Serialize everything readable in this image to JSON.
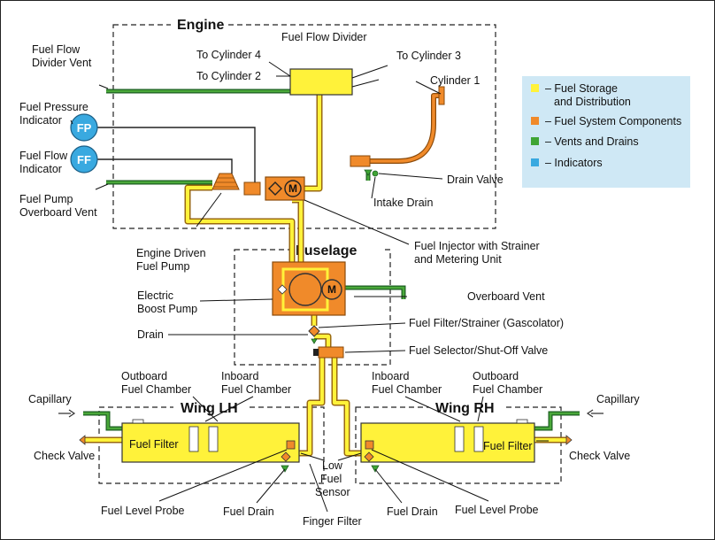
{
  "sections": {
    "engine": "Engine",
    "fuselage": "Fuselage",
    "wing_lh": "Wing LH",
    "wing_rh": "Wing RH"
  },
  "indicators": {
    "fp": "FP",
    "ff": "FF"
  },
  "motor_symbol": "M",
  "labels": {
    "fuel_flow_divider_vent": [
      "Fuel Flow",
      "Divider Vent"
    ],
    "fuel_pressure_indicator": [
      "Fuel Pressure",
      "Indicator"
    ],
    "fuel_flow_indicator": [
      "Fuel Flow",
      "Indicator"
    ],
    "fuel_pump_overboard_vent": [
      "Fuel Pump",
      "Overboard Vent"
    ],
    "fuel_flow_divider": "Fuel Flow Divider",
    "to_cylinder_4": "To Cylinder 4",
    "to_cylinder_2": "To Cylinder 2",
    "to_cylinder_3": "To Cylinder 3",
    "cylinder_1": "Cylinder 1",
    "drain_valve": "Drain Valve",
    "intake_drain": "Intake Drain",
    "engine_driven_fuel_pump": [
      "Engine Driven",
      "Fuel Pump"
    ],
    "fuel_injector": [
      "Fuel Injector with Strainer",
      "and Metering Unit"
    ],
    "electric_boost_pump": [
      "Electric",
      "Boost Pump"
    ],
    "drain": "Drain",
    "overboard_vent": "Overboard Vent",
    "fuel_filter_strainer": "Fuel Filter/Strainer (Gascolator)",
    "fuel_selector": "Fuel Selector/Shut-Off Valve",
    "outboard_chamber_lh": [
      "Outboard",
      "Fuel Chamber"
    ],
    "inboard_chamber_lh": [
      "Inboard",
      "Fuel Chamber"
    ],
    "inboard_chamber_rh": [
      "Inboard",
      "Fuel Chamber"
    ],
    "outboard_chamber_rh": [
      "Outboard",
      "Fuel Chamber"
    ],
    "capillary_left": "Capillary",
    "capillary_right": "Capillary",
    "check_valve_left": "Check Valve",
    "check_valve_right": "Check Valve",
    "fuel_filter_left": "Fuel Filter",
    "fuel_filter_right": "Fuel Filter",
    "low_fuel_sensor": [
      "Low",
      "Fuel",
      "Sensor"
    ],
    "fuel_level_probe_left": "Fuel Level Probe",
    "fuel_drain_left": "Fuel Drain",
    "finger_filter": "Finger Filter",
    "fuel_drain_right": "Fuel Drain",
    "fuel_level_probe_right": "Fuel Level Probe"
  },
  "legend": [
    {
      "lines": [
        "– Fuel Storage",
        "and Distribution"
      ],
      "color": "#fff23a"
    },
    {
      "lines": [
        "– Fuel System Components"
      ],
      "color": "#f08a2a"
    },
    {
      "lines": [
        "– Vents and Drains"
      ],
      "color": "#3fa535"
    },
    {
      "lines": [
        "– Indicators"
      ],
      "color": "#39a9e0"
    }
  ],
  "colors": {
    "fuel_storage": "#fff23a",
    "components": "#f08a2a",
    "vents_drains": "#3fa535",
    "indicators": "#39a9e0",
    "legend_background": "#cfe8f5"
  }
}
